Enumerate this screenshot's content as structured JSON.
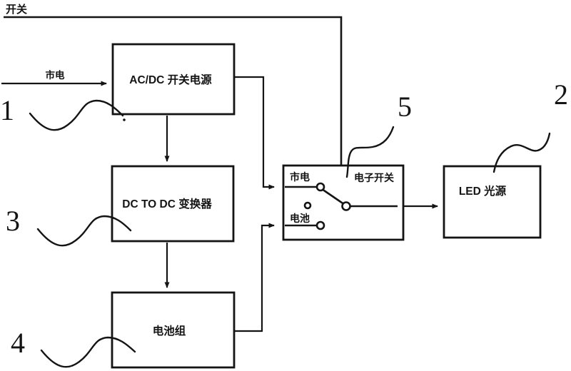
{
  "figure": {
    "switch_label": "开关",
    "mains_input_label": "市电",
    "blocks": {
      "acdc": "AC/DC 开关电源",
      "dcdc": "DC TO DC 变换器",
      "battery": "电池组",
      "electronic_switch": "电子开关",
      "led": "LED 光源"
    },
    "switch_terminals": {
      "mains": "市电",
      "battery": "电池"
    },
    "callouts": {
      "1": "1",
      "2": "2",
      "3": "3",
      "4": "4",
      "5": "5"
    },
    "colors": {
      "ink": "#141414",
      "paper": "#ffffff"
    }
  }
}
